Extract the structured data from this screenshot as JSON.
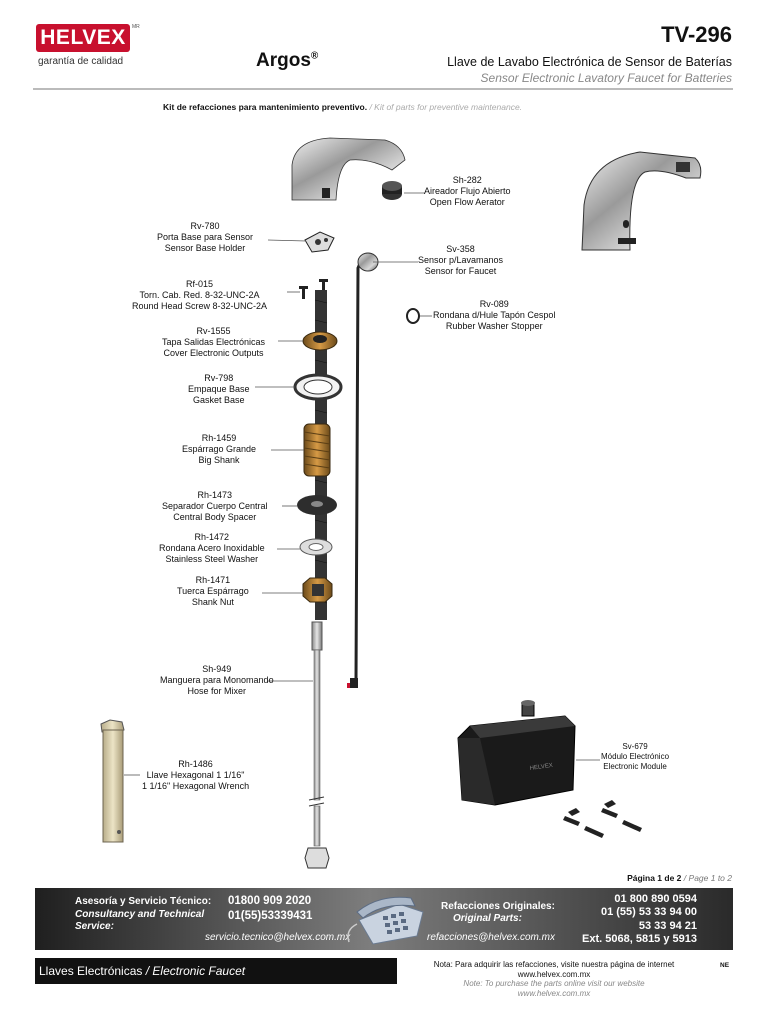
{
  "header": {
    "brand": "HELVEX",
    "brand_mark": "MR",
    "tagline": "garantía de calidad",
    "product": "Argos",
    "product_mark": "®",
    "model": "TV-296",
    "subtitle_es": "Llave de Lavabo Electrónica de Sensor de Baterías",
    "subtitle_en": "Sensor Electronic Lavatory Faucet for Batteries"
  },
  "kit_note": {
    "es": "Kit de refacciones para mantenimiento preventivo.",
    "en": "/ Kit of parts for preventive maintenance."
  },
  "parts": [
    {
      "code": "Sh-282",
      "es": "Aireador Flujo Abierto",
      "en": "Open Flow Aerator"
    },
    {
      "code": "Rv-780",
      "es": "Porta Base para Sensor",
      "en": "Sensor Base Holder"
    },
    {
      "code": "Sv-358",
      "es": "Sensor p/Lavamanos",
      "en": "Sensor for Faucet"
    },
    {
      "code": "Rf-015",
      "es": "Torn. Cab. Red. 8-32-UNC-2A",
      "en": "Round Head Screw 8-32-UNC-2A"
    },
    {
      "code": "Rv-089",
      "es": "Rondana d/Hule Tapón Cespol",
      "en": "Rubber Washer Stopper"
    },
    {
      "code": "Rv-1555",
      "es": "Tapa Salidas Electrónicas",
      "en": "Cover Electronic Outputs"
    },
    {
      "code": "Rv-798",
      "es": "Empaque Base",
      "en": "Gasket Base"
    },
    {
      "code": "Rh-1459",
      "es": "Espárrago Grande",
      "en": "Big Shank"
    },
    {
      "code": "Rh-1473",
      "es": "Separador Cuerpo Central",
      "en": "Central Body Spacer"
    },
    {
      "code": "Rh-1472",
      "es": "Rondana Acero Inoxidable",
      "en": "Stainless Steel Washer"
    },
    {
      "code": "Rh-1471",
      "es": "Tuerca Espárrago",
      "en": "Shank Nut"
    },
    {
      "code": "Sh-949",
      "es": "Manguera para Monomando",
      "en": "Hose for Mixer"
    },
    {
      "code": "Rh-1486",
      "es": "Llave Hexagonal 1 1/16\"",
      "en": "1 1/16\" Hexagonal Wrench"
    },
    {
      "code": "Sv-679",
      "es": "Módulo Electrónico",
      "en": "Electronic Module"
    }
  ],
  "module_label": "HELVEX",
  "page": {
    "es": "Página 1 de 2",
    "en": "/ Page 1 to 2"
  },
  "footer": {
    "service_es": "Asesoría y Servicio Técnico:",
    "service_en": "Consultancy and Technical Service:",
    "service_phone1": "01800 909 2020",
    "service_phone2": "01(55)53339431",
    "service_email": "servicio.tecnico@helvex.com.mx",
    "parts_es": "Refacciones Originales:",
    "parts_en": "Original Parts:",
    "parts_email": "refacciones@helvex.com.mx",
    "parts_phone1": "01 800 890 0594",
    "parts_phone2": "01 (55) 53 33 94 00",
    "parts_phone3": "53 33 94 21",
    "parts_ext": "Ext. 5068, 5815 y 5913",
    "category_es": "Llaves Electrónicas",
    "category_en": "/ Electronic Faucet",
    "note_es1": "Nota: Para adquirir las refacciones, visite nuestra página de internet",
    "note_url1": "www.helvex.com.mx",
    "note_en1": "Note: To purchase the parts online visit our website",
    "note_url2": "www.helvex.com.mx",
    "code": "NE"
  }
}
